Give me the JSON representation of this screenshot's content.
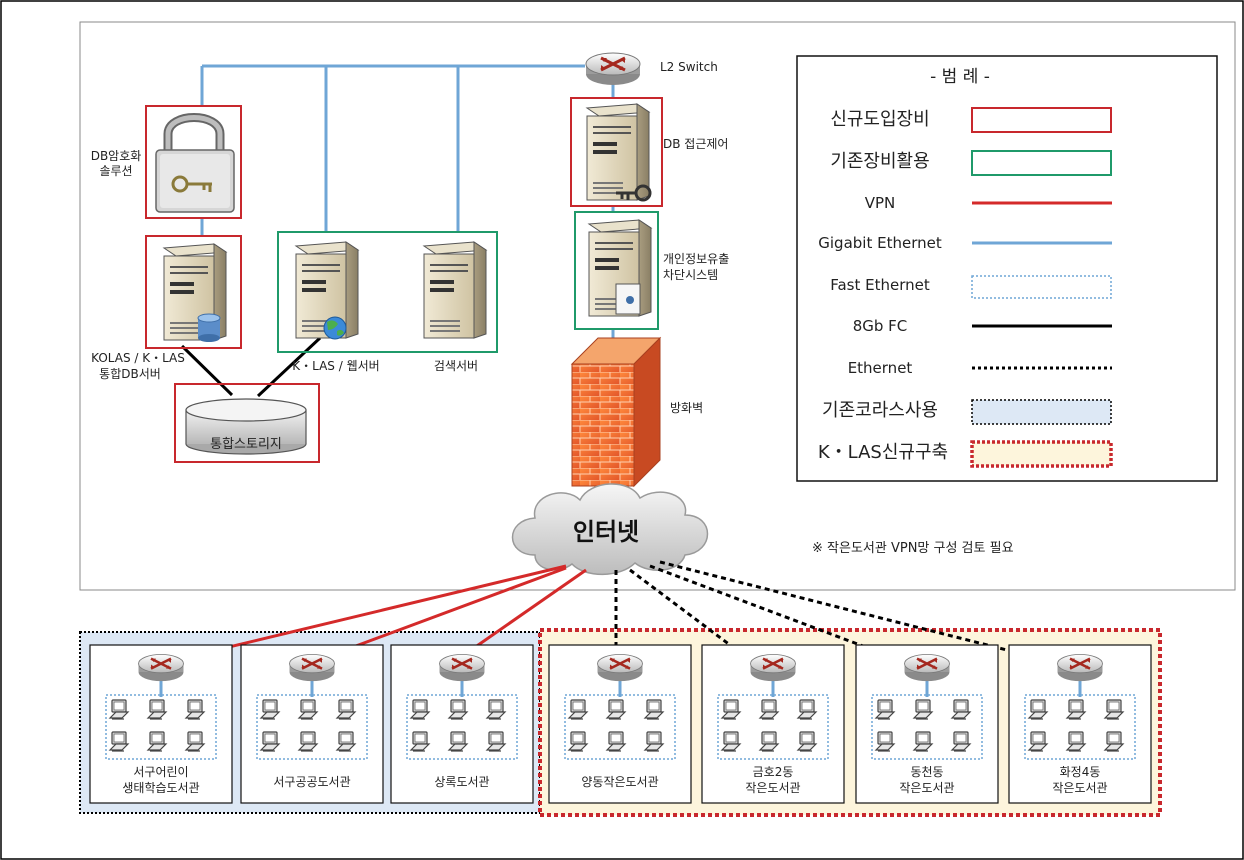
{
  "diagram": {
    "switch_label": "L2 Switch",
    "db_encryption_label_1": "DB암호화",
    "db_encryption_label_2": "솔루션",
    "db_access_label": "DB 접근제어",
    "privacy_label_1": "개인정보유출",
    "privacy_label_2": "차단시스템",
    "kolas_label_1": "KOLAS / K・LAS",
    "kolas_label_2": "통합DB서버",
    "web_label": "K・LAS / 웹서버",
    "search_label": "검색서버",
    "storage_label": "통합스토리지",
    "firewall_label": "방화벽",
    "internet_label": "인터넷",
    "note": "※ 작은도서관 VPN망 구성 검토 필요"
  },
  "legend": {
    "title": "- 범 례 -",
    "items": [
      {
        "label": "신규도입장비"
      },
      {
        "label": "기존장비활용"
      },
      {
        "label": "VPN"
      },
      {
        "label": "Gigabit Ethernet"
      },
      {
        "label": "Fast Ethernet"
      },
      {
        "label": "8Gb FC"
      },
      {
        "label": "Ethernet"
      },
      {
        "label": "기존코라스사용"
      },
      {
        "label": "K・LAS신규구축"
      }
    ]
  },
  "libraries": [
    {
      "line1": "서구어린이",
      "line2": "생태학습도서관"
    },
    {
      "line1": "서구공공도서관",
      "line2": ""
    },
    {
      "line1": "상록도서관",
      "line2": ""
    },
    {
      "line1": "양동작은도서관",
      "line2": ""
    },
    {
      "line1": "금호2동",
      "line2": "작은도서관"
    },
    {
      "line1": "동천동",
      "line2": "작은도서관"
    },
    {
      "line1": "화정4동",
      "line2": "작은도서관"
    }
  ],
  "colors": {
    "new_equipment": "#c8282d",
    "existing_equipment": "#1f9a6a",
    "vpn": "#d42a2a",
    "gigabit": "#6fa6d6",
    "existing_kolas_fill": "#dde8f5",
    "klas_new_fill": "#fdf5dc"
  }
}
